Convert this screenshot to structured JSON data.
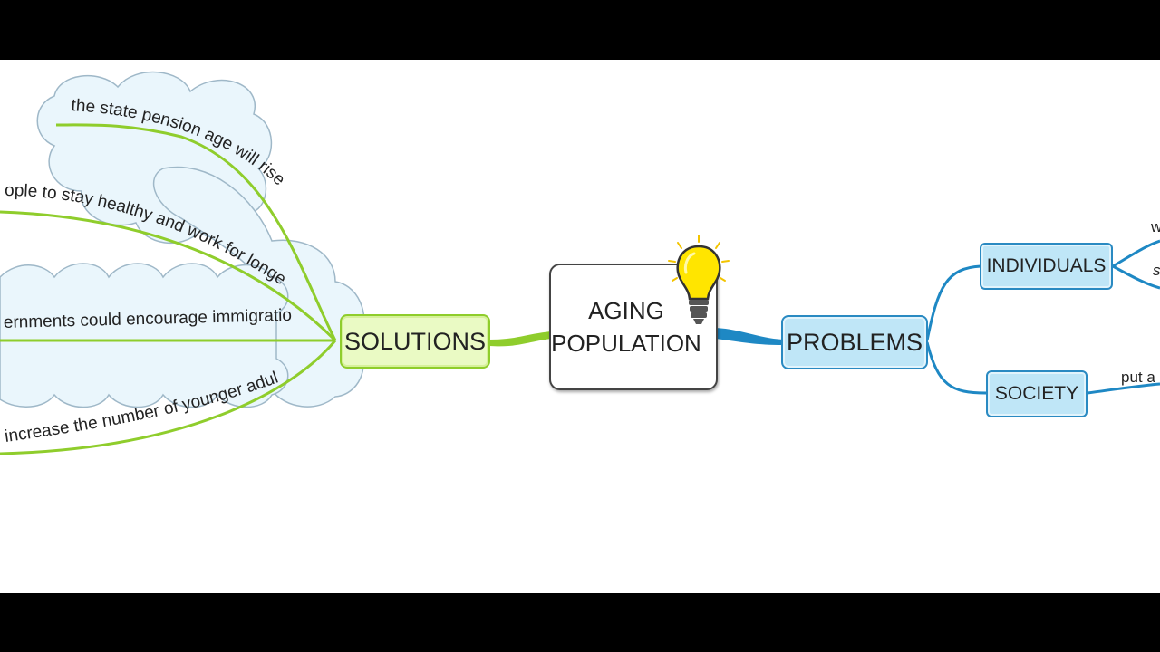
{
  "central": {
    "line1": "AGING",
    "line2": "POPULATION",
    "icon": "lightbulb-icon"
  },
  "solutions": {
    "label": "SOLUTIONS",
    "items": [
      "the state pension age will rise",
      "ople to stay healthy and work for longer",
      "ernments could encourage immigration",
      "increase the number of younger adults"
    ]
  },
  "problems": {
    "label": "PROBLEMS",
    "individuals": {
      "label": "INDIVIDUALS",
      "items": [
        "w",
        "s"
      ]
    },
    "society": {
      "label": "SOCIETY",
      "items": [
        "put a p"
      ]
    }
  },
  "colors": {
    "solutions_branch": "#8fcd2c",
    "problems_branch": "#1e88c4",
    "solutions_fill": "#eafac4",
    "problems_fill": "#bfe6f7",
    "cloud_fill": "#eaf6fc",
    "cloud_stroke": "#9fb8c8"
  }
}
